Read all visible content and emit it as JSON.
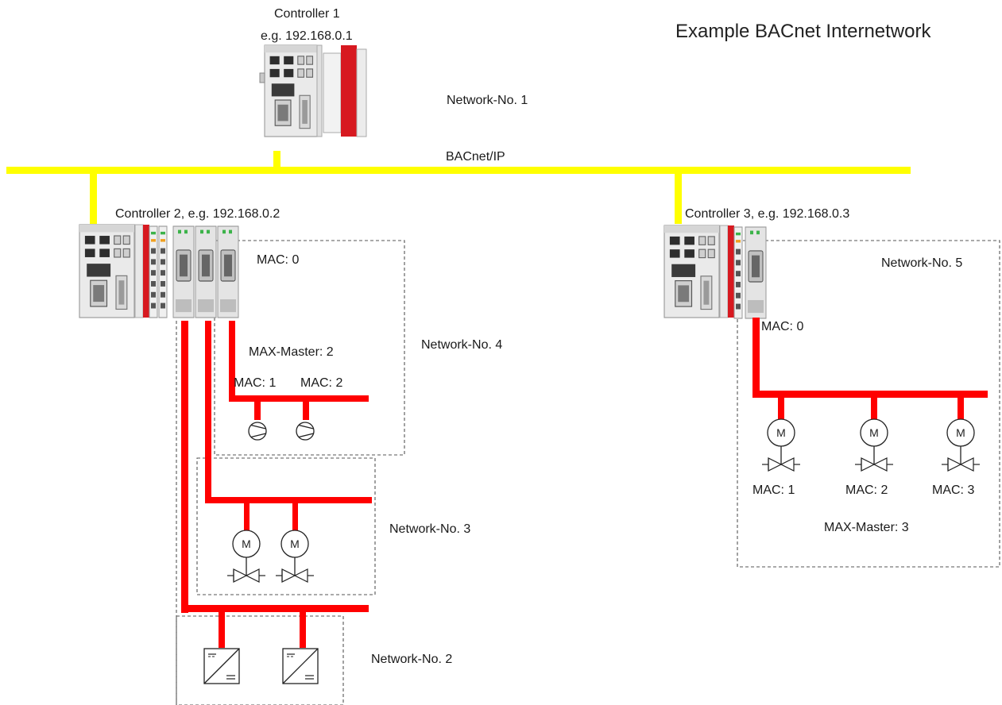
{
  "title": "Example BACnet Internetwork",
  "backbone": {
    "label": "BACnet/IP",
    "color": "#ffff00"
  },
  "fieldbus_color": "#ff0000",
  "controllers": [
    {
      "id": "c1",
      "name": "Controller 1",
      "ip": "e.g. 192.168.0.1",
      "network": "Network-No. 1"
    },
    {
      "id": "c2",
      "label": "Controller 2, e.g. 192.168.0.2",
      "mac": "MAC: 0"
    },
    {
      "id": "c3",
      "label": "Controller 3, e.g. 192.168.0.3"
    }
  ],
  "networks": {
    "n2": {
      "label": "Network-No. 2",
      "devices": [
        "converter-icon",
        "converter-icon"
      ]
    },
    "n3": {
      "label": "Network-No. 3",
      "devices": [
        "motor-valve-icon",
        "motor-valve-icon"
      ]
    },
    "n4": {
      "label": "Network-No. 4",
      "max_master": "MAX-Master: 2",
      "devices": [
        {
          "icon": "pump-icon",
          "mac": "MAC: 1"
        },
        {
          "icon": "pump-icon",
          "mac": "MAC: 2"
        }
      ]
    },
    "n5": {
      "label": "Network-No. 5",
      "max_master": "MAX-Master: 3",
      "controller_mac": "MAC: 0",
      "devices": [
        {
          "icon": "motor-valve-icon",
          "mac": "MAC: 1"
        },
        {
          "icon": "motor-valve-icon",
          "mac": "MAC: 2"
        },
        {
          "icon": "motor-valve-icon",
          "mac": "MAC: 3"
        }
      ]
    }
  },
  "motor_symbol": "M"
}
